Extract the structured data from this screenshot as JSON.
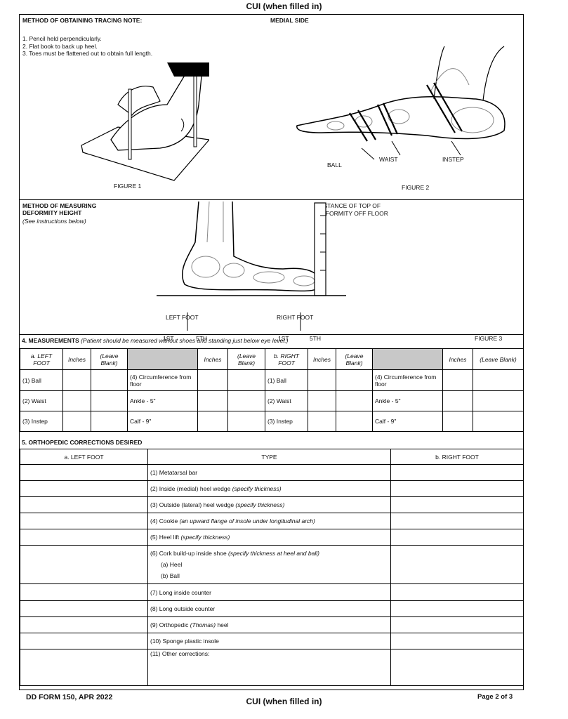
{
  "header": {
    "cui": "CUI (when filled in)"
  },
  "section1": {
    "title": "METHOD OF OBTAINING TRACING NOTE:",
    "medial_side": "MEDIAL SIDE",
    "notes": [
      "1. Pencil held perpendicularly.",
      "2. Flat book to back up heel.",
      "3. Toes must be flattened out to obtain full length."
    ],
    "figure1": "FIGURE 1",
    "figure2": "FIGURE 2",
    "labels": {
      "ball": "BALL",
      "waist": "WAIST",
      "instep": "INSTEP"
    }
  },
  "section2": {
    "title_line1": "METHOD OF MEASURING",
    "title_line2": "DEFORMITY HEIGHT",
    "subtitle": "(See instructions below)",
    "distance_line1": "DISTANCE OF TOP OF",
    "distance_line2": "DEFORMITY OFF FLOOR",
    "left_foot": "LEFT FOOT",
    "right_foot": "RIGHT FOOT",
    "first": "1ST",
    "fifth": "5TH",
    "figure3": "FIGURE 3"
  },
  "measurements": {
    "title": "4. MEASUREMENTS",
    "note": "(Patient should be measured without shoes and standing just below eye level.)",
    "left_header": "a. LEFT FOOT",
    "right_header": "b. RIGHT FOOT",
    "inches": "Inches",
    "leave_blank": "(Leave Blank)",
    "rows": [
      "(1) Ball",
      "(2) Waist",
      "(3) Instep"
    ],
    "circ_rows": [
      "(4) Circumference from floor",
      "Ankle - 5\"",
      "Calf - 9\""
    ]
  },
  "corrections": {
    "title": "5. ORTHOPEDIC CORRECTIONS DESIRED",
    "left_header": "a. LEFT FOOT",
    "type_header": "TYPE",
    "right_header": "b. RIGHT FOOT",
    "items": [
      {
        "text": "(1) Metatarsal bar",
        "note": ""
      },
      {
        "text": "(2) Inside (medial) heel wedge ",
        "note": "(specify thickness)"
      },
      {
        "text": "(3) Outside (lateral) heel wedge ",
        "note": "(specify thickness)"
      },
      {
        "text": "(4) Cookie ",
        "note": "(an upward flange of insole under longitudinal arch)"
      },
      {
        "text": "(5) Heel lift ",
        "note": "(specify thickness)"
      },
      {
        "text": "(6) Cork build-up inside shoe ",
        "note": "(specify thickness at heel and ball)"
      },
      {
        "text": "(7) Long inside counter",
        "note": ""
      },
      {
        "text": "(8) Long outside counter",
        "note": ""
      },
      {
        "text": "(9) Orthopedic ",
        "note": "(Thomas)",
        "tail": " heel"
      },
      {
        "text": "(10) Sponge plastic insole",
        "note": ""
      },
      {
        "text": "(11) Other corrections:",
        "note": ""
      }
    ],
    "sub_heel": "(a) Heel",
    "sub_ball": "(b) Ball"
  },
  "footer": {
    "form": "DD FORM 150, APR 2022",
    "cui": "CUI (when filled in)",
    "page": "Page 2 of 3"
  }
}
